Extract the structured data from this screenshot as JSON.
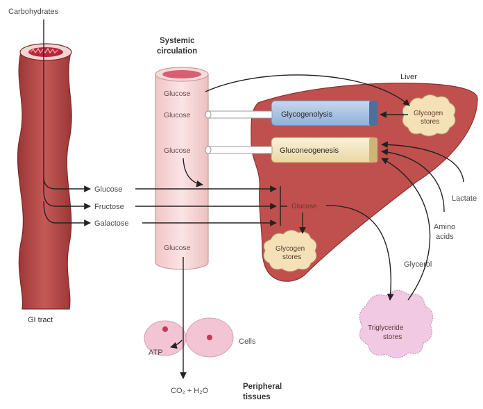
{
  "labels": {
    "carbohydrates": "Carbohydrates",
    "gi_tract": "GI tract",
    "systemic_line1": "Systemic",
    "systemic_line2": "circulation",
    "liver": "Liver",
    "glucose_tube_1": "Glucose",
    "glucose_tube_2": "Glucose",
    "glucose_tube_3": "Glucose",
    "glucose_tube_4": "Glucose",
    "absorbed_glucose": "Glucose",
    "absorbed_fructose": "Fructose",
    "absorbed_galactose": "Galactose",
    "glycogenolysis": "Glycogenolysis",
    "gluconeogenesis": "Gluconeogenesis",
    "glycogen_stores_line1": "Glycogen",
    "glycogen_stores_line2": "stores",
    "liver_glucose": "Glucose",
    "lactate": "Lactate",
    "amino_line1": "Amino",
    "amino_line2": "acids",
    "glycerol": "Glycerol",
    "triglyceride_line1": "Triglyceride",
    "triglyceride_line2": "stores",
    "cells": "Cells",
    "atp": "ATP",
    "co2_h2o": "CO₂ + H₂O",
    "peripheral_line1": "Peripheral",
    "peripheral_line2": "tissues"
  },
  "colors": {
    "gi_tract": "#b84848",
    "gi_tract_dark": "#8e2f2f",
    "circulation_tube": "#f6d3d3",
    "circulation_top": "#d86a7a",
    "liver": "#c0504d",
    "glycogenolysis_box": "#a9c3e3",
    "gluconeogenesis_box": "#f3e6c0",
    "stores_blob": "#f4e1b8",
    "triglyceride_blob": "#f1c9e3",
    "cells": "#f2c4d4",
    "arrow": "#222222"
  }
}
